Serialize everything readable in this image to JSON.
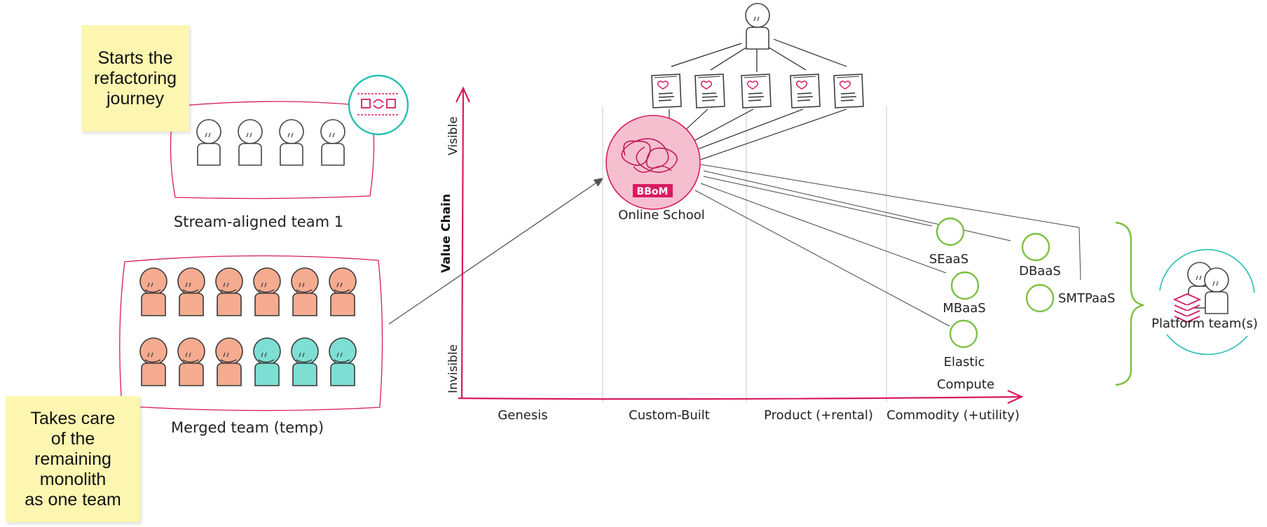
{
  "notes": {
    "top": "Starts the\nrefactoring\njourney",
    "bottom": "Takes care\nof the\nremaining\nmonolith\nas one team"
  },
  "teams": {
    "stream_aligned": "Stream-aligned team 1",
    "merged": "Merged team (temp)",
    "platform": "Platform team(s)"
  },
  "axes": {
    "y_title": "Value Chain",
    "y_top": "Visible",
    "y_bottom": "Invisible",
    "x_stages": [
      "Genesis",
      "Custom-Built",
      "Product (+rental)",
      "Commodity (+utility)"
    ]
  },
  "components": {
    "online_school": "Online School",
    "bbom": "BBoM",
    "seaas": "SEaaS",
    "dbaas": "DBaaS",
    "mbaas": "MBaaS",
    "smtpaas": "SMTPaaS",
    "elastic_1": "Elastic",
    "elastic_2": "Compute"
  },
  "colors": {
    "accent": "#d81b60",
    "teal": "#26bfb0",
    "salmon": "#f5ab8f",
    "component_green": "#7cc043",
    "bbom_fill": "#f6bfd0"
  },
  "icons": [
    "person-icon",
    "document-heart-icon",
    "enabling-team-icon",
    "platform-layers-icon"
  ]
}
